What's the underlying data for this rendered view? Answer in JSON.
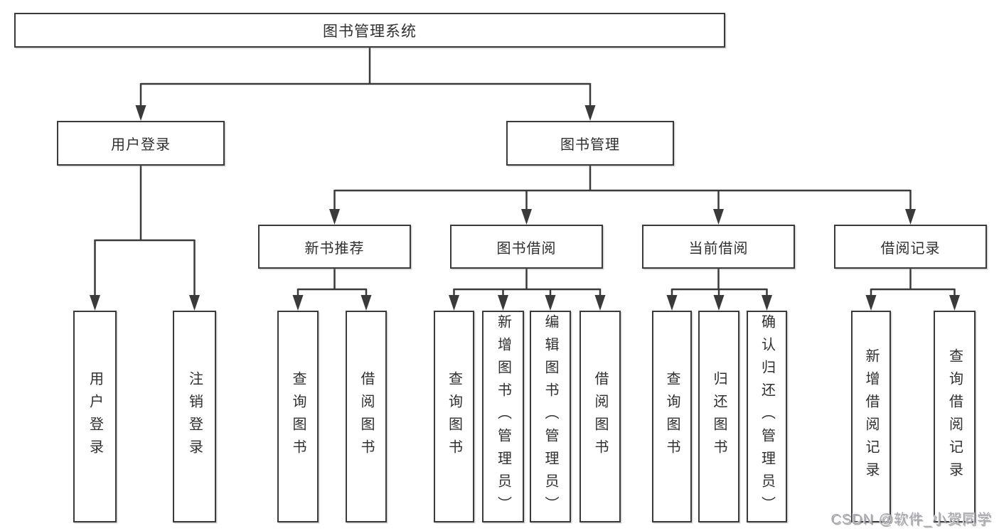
{
  "colors": {
    "line": "#3a3a3a",
    "text": "#2f2f2f",
    "background": "#ffffff",
    "watermark": "#a9a9af"
  },
  "watermark": {
    "text": "CSDN @软件_小贺同学"
  },
  "tree": {
    "label": "图书管理系统",
    "children": [
      {
        "label": "用户登录",
        "children": [
          {
            "label": "用户登录"
          },
          {
            "label": "注销登录"
          }
        ]
      },
      {
        "label": "图书管理",
        "children": [
          {
            "label": "新书推荐",
            "children": [
              {
                "label": "查询图书"
              },
              {
                "label": "借阅图书"
              }
            ]
          },
          {
            "label": "图书借阅",
            "children": [
              {
                "label": "查询图书"
              },
              {
                "label": "新增图书（管理员）"
              },
              {
                "label": "编辑图书（管理员）"
              },
              {
                "label": "借阅图书"
              }
            ]
          },
          {
            "label": "当前借阅",
            "children": [
              {
                "label": "查询图书"
              },
              {
                "label": "归还图书"
              },
              {
                "label": "确认归还（管理员）"
              }
            ]
          },
          {
            "label": "借阅记录",
            "children": [
              {
                "label": "新增借阅记录"
              },
              {
                "label": "查询借阅记录"
              }
            ]
          }
        ]
      }
    ]
  }
}
